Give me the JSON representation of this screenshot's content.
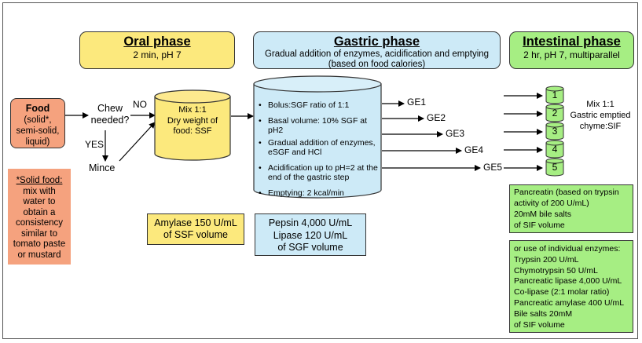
{
  "headers": {
    "oral": {
      "title": "Oral phase",
      "subtitle": "2 min, pH 7"
    },
    "gastric": {
      "title": "Gastric phase",
      "line1": "Gradual addition of enzymes, acidification and emptying",
      "line2": "(based on food calories)"
    },
    "intestinal": {
      "title": "Intestinal phase",
      "subtitle": "2 hr, pH 7, multiparallel"
    }
  },
  "food": {
    "title": "Food",
    "lines": [
      "(solid*,",
      "semi-solid,",
      "liquid)"
    ]
  },
  "solid_note": {
    "heading": "*Solid food:",
    "lines": [
      "mix with",
      "water to",
      "obtain a",
      "consistency",
      "similar to",
      "tomato paste",
      "or mustard"
    ]
  },
  "chew": {
    "lines": [
      "Chew",
      "needed?"
    ],
    "no": "NO",
    "yes": "YES",
    "mince": "Mince"
  },
  "oral_cylinder": {
    "lines": [
      "Mix 1:1",
      "Dry weight of",
      "food: SSF"
    ]
  },
  "gastric_cylinder": {
    "bullets": [
      {
        "lines": [
          "Bolus:SGF ratio of 1:1"
        ]
      },
      {
        "lines": [
          "Basal volume: 10% SGF at pH2"
        ]
      },
      {
        "lines": [
          "Gradual addition of enzymes,",
          "eSGF and HCl"
        ]
      },
      {
        "lines": [
          "Acidification up to pH=2 at the",
          "end of the gastric step"
        ]
      },
      {
        "lines": [
          "Emptying: 2 kcal/min"
        ]
      }
    ]
  },
  "ge_labels": [
    "GE1",
    "GE2",
    "GE3",
    "GE4",
    "GE5"
  ],
  "intestinal_tubes": [
    "1",
    "2",
    "3",
    "4",
    "5"
  ],
  "intestinal_mix": {
    "lines": [
      "Mix 1:1",
      "Gastric emptied",
      "chyme:SIF"
    ]
  },
  "amylase": {
    "lines": [
      "Amylase 150 U/mL",
      "of SSF volume"
    ]
  },
  "pepsin": {
    "lines": [
      "Pepsin 4,000 U/mL",
      "Lipase 120 U/mL",
      "of SGF volume"
    ]
  },
  "pancreatin": {
    "lines": [
      "Pancreatin (based on trypsin",
      "activity  of 200 U/mL)",
      "20mM bile salts",
      "of SIF volume"
    ]
  },
  "individual": {
    "lines": [
      "or use of individual enzymes:",
      "Trypsin 200 U/mL",
      "Chymotrypsin 50 U/mL",
      "Pancreatic lipase 4,000 U/mL",
      "Co-lipase (2:1 molar ratio)",
      "Pancreatic amylase 400 U/mL",
      "Bile salts 20mM",
      "of SIF volume"
    ]
  },
  "colors": {
    "oral": "#fce97d",
    "gastric": "#cdeaf7",
    "intestinal": "#a6ee83",
    "food": "#f5a27e"
  }
}
